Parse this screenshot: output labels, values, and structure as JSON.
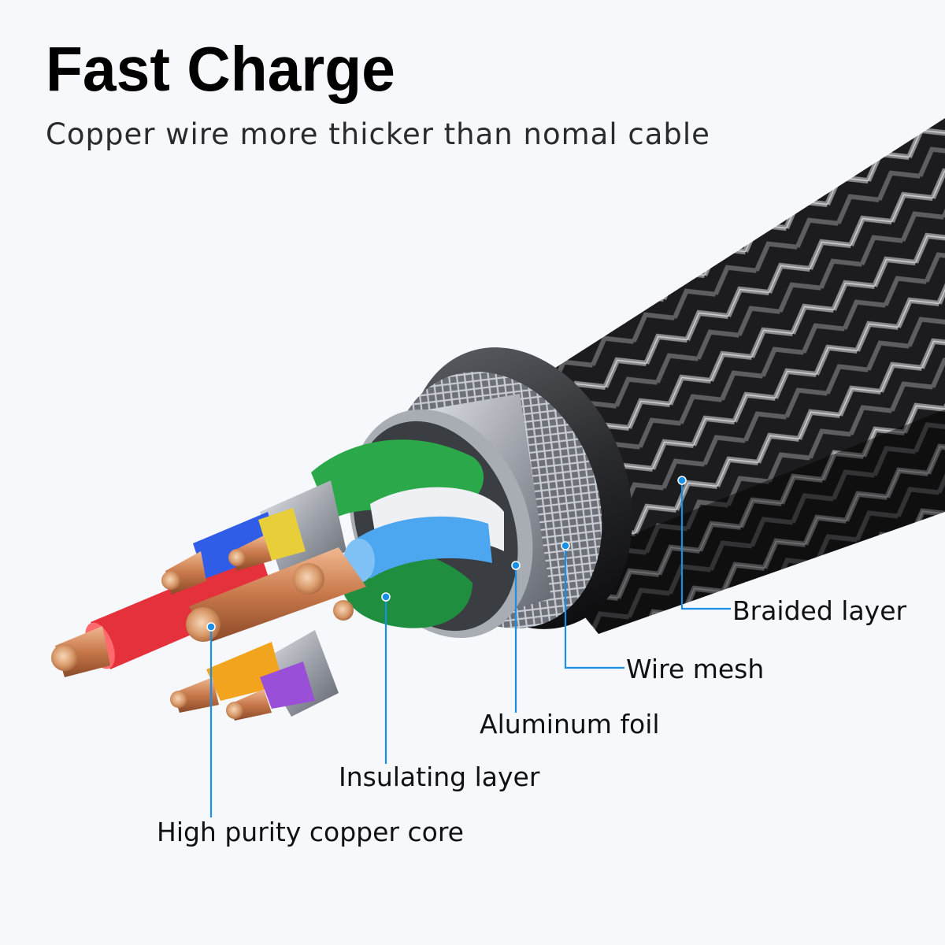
{
  "header": {
    "title": "Fast Charge",
    "subtitle": "Copper wire more thicker than nomal cable"
  },
  "callouts": [
    {
      "id": "braided",
      "text": "Braided layer"
    },
    {
      "id": "mesh",
      "text": "Wire mesh"
    },
    {
      "id": "foil",
      "text": "Aluminum foil"
    },
    {
      "id": "insulating",
      "text": "Insulating layer"
    },
    {
      "id": "core",
      "text": "High purity copper core"
    }
  ],
  "colors": {
    "background": "#f7f8fc",
    "callout_line": "#1a8fe6",
    "braid": "#1c1c1e",
    "copper": "#d68a5c",
    "wire_red": "#e3202a",
    "wire_blue": "#2f5de8",
    "wire_yellow": "#e8cf3a",
    "wire_orange": "#f2a41f",
    "wire_purple": "#9a4fd8",
    "wire_lightblue": "#4da6f0",
    "wire_green": "#2aa84a",
    "wire_white": "#eef0f4",
    "foil": "#b9bdc4"
  }
}
